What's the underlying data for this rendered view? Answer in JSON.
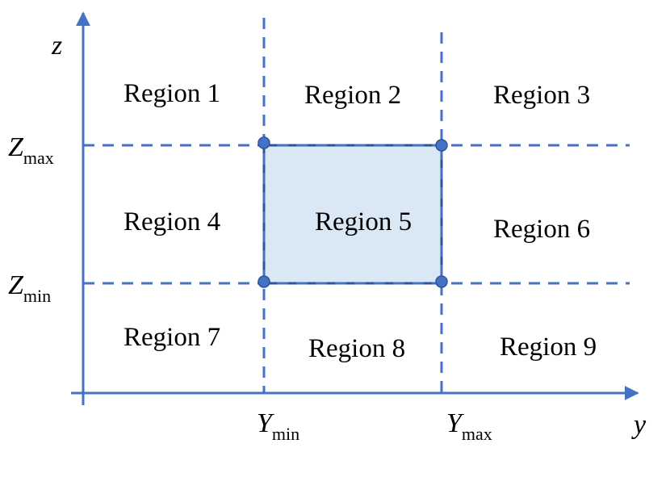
{
  "colors": {
    "line": "#4472C4",
    "shade": "#DAE7F5",
    "box_edge": "#2F5597",
    "text": "#000000"
  },
  "axes": {
    "z_label": "z",
    "y_label": "y"
  },
  "bounds": {
    "z_max": {
      "main": "Z",
      "sub": "max"
    },
    "z_min": {
      "main": "Z",
      "sub": "min"
    },
    "y_min": {
      "main": "Y",
      "sub": "min"
    },
    "y_max": {
      "main": "Y",
      "sub": "max"
    }
  },
  "regions": [
    "Region 1",
    "Region 2",
    "Region 3",
    "Region 4",
    "Region 5",
    "Region 6",
    "Region 7",
    "Region 8",
    "Region 9"
  ]
}
